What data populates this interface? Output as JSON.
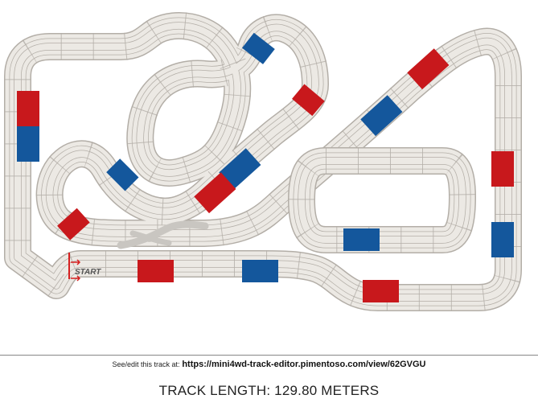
{
  "footer": {
    "url_prefix": "See/edit this track at:",
    "url": "https://mini4wd-track-editor.pimentoso.com/view/62GVGU",
    "track_length": "TRACK LENGTH: 129.80 METERS"
  },
  "track": {
    "start_label": "START",
    "colors": {
      "track_surface": "#ece9e4",
      "track_edge": "#b3aea7",
      "lane_line": "#b3aea7",
      "red_section": "#c8181c",
      "blue_section": "#14579c",
      "start_arrow": "#d61f1f",
      "lane_change": "#c9c6c1"
    }
  }
}
